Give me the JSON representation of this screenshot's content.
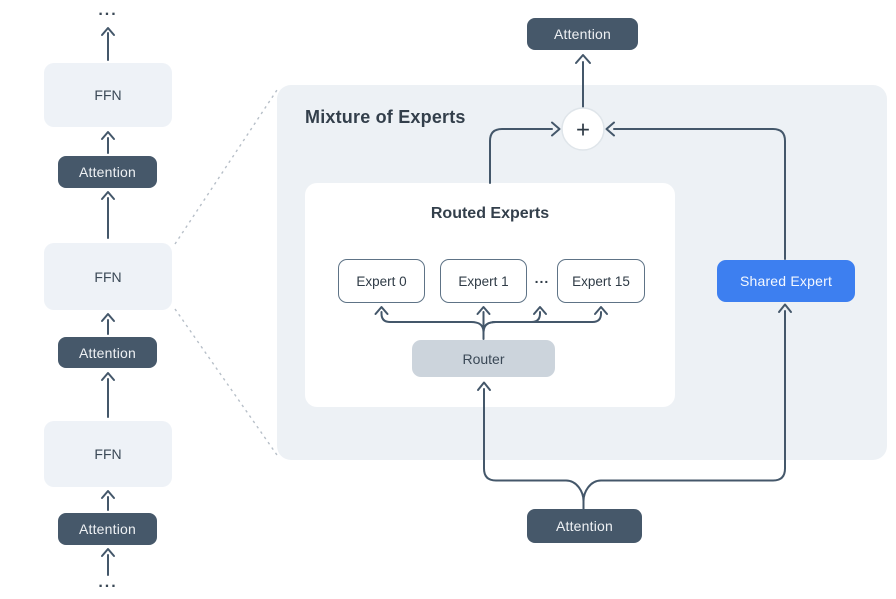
{
  "colors": {
    "background": "#ffffff",
    "dark_box": "#46586a",
    "dark_box_text": "#eef1f4",
    "light_box": "#eef2f7",
    "panel": "#edf1f5",
    "white_box": "#ffffff",
    "expert_border": "#5e7386",
    "router_fill": "#ccd4dc",
    "shared_expert_fill": "#3d7ff0",
    "connector_line": "#44576a",
    "dotted_line": "#b7bfc8",
    "dark_text": "#333f4b"
  },
  "left_stack": {
    "top_ellipsis": "...",
    "bottom_ellipsis": "...",
    "blocks": [
      {
        "label": "FFN"
      },
      {
        "label": "Attention"
      },
      {
        "label": "FFN"
      },
      {
        "label": "Attention"
      },
      {
        "label": "FFN"
      },
      {
        "label": "Attention"
      }
    ]
  },
  "moe_panel": {
    "title": "Mixture of Experts",
    "top_attention_label": "Attention",
    "bottom_attention_label": "Attention",
    "sum_symbol": "+",
    "routed_experts": {
      "title": "Routed Experts",
      "experts": [
        "Expert 0",
        "Expert 1",
        "Expert 15"
      ],
      "ellipsis": "...",
      "router_label": "Router"
    },
    "shared_expert_label": "Shared Expert"
  }
}
